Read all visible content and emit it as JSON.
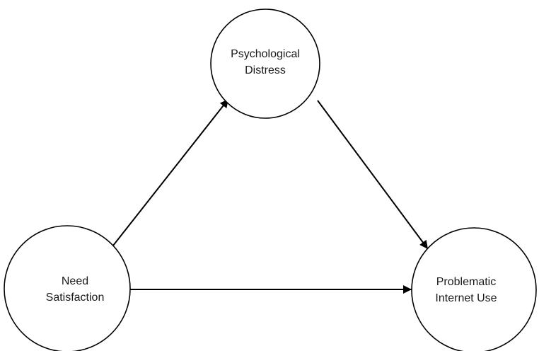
{
  "diagram": {
    "nodes": [
      {
        "id": "psychological-distress",
        "lines": [
          "Psychological",
          "Distress"
        ]
      },
      {
        "id": "need-satisfaction",
        "lines": [
          "Need",
          "Satisfaction"
        ]
      },
      {
        "id": "problematic-internet-use",
        "lines": [
          "Problematic",
          "Internet Use"
        ]
      }
    ],
    "edges": [
      {
        "from": "need-satisfaction",
        "to": "psychological-distress"
      },
      {
        "from": "psychological-distress",
        "to": "problematic-internet-use"
      },
      {
        "from": "need-satisfaction",
        "to": "problematic-internet-use"
      }
    ]
  }
}
